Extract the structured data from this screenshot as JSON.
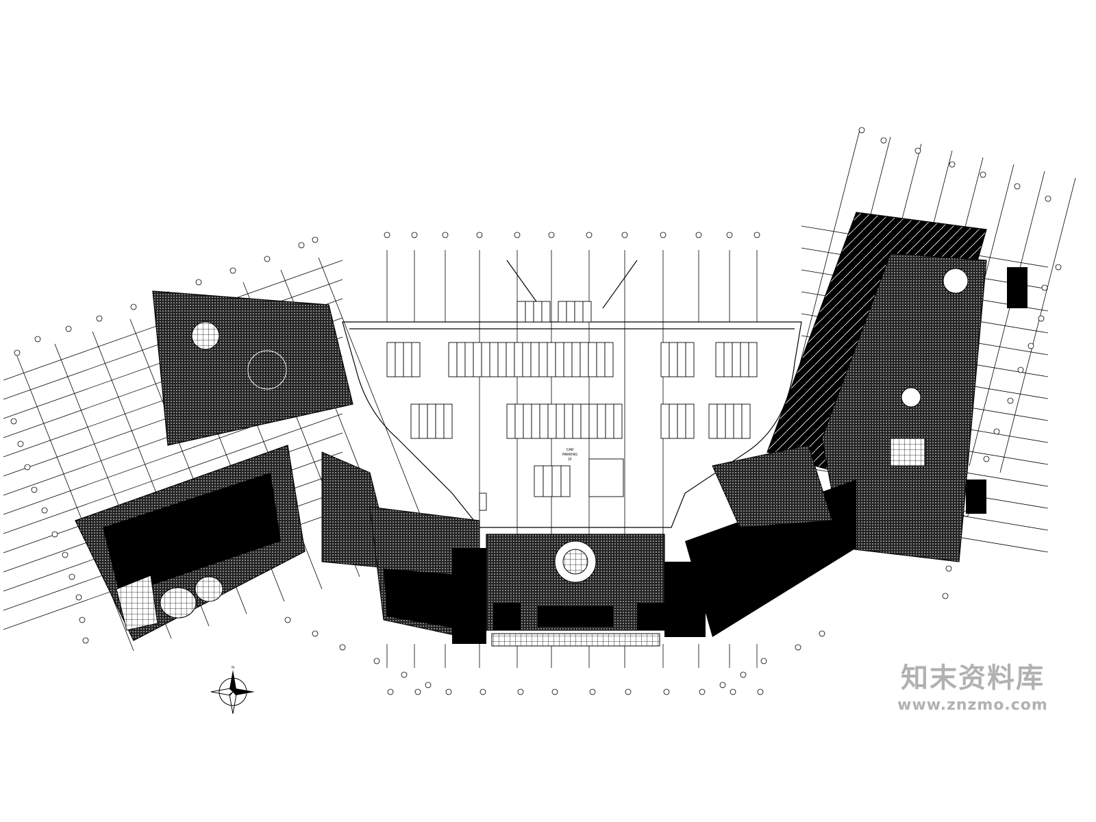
{
  "drawing": {
    "center_label_line1": "CAR",
    "center_label_line2": "PARKING",
    "center_label_line3": "1F",
    "north_letter": "N"
  },
  "watermark": {
    "name": "知末资料库",
    "url": "www.znzmo.com"
  },
  "colors": {
    "ink": "#000000",
    "paper": "#ffffff",
    "watermark": "#a9a9a9"
  }
}
